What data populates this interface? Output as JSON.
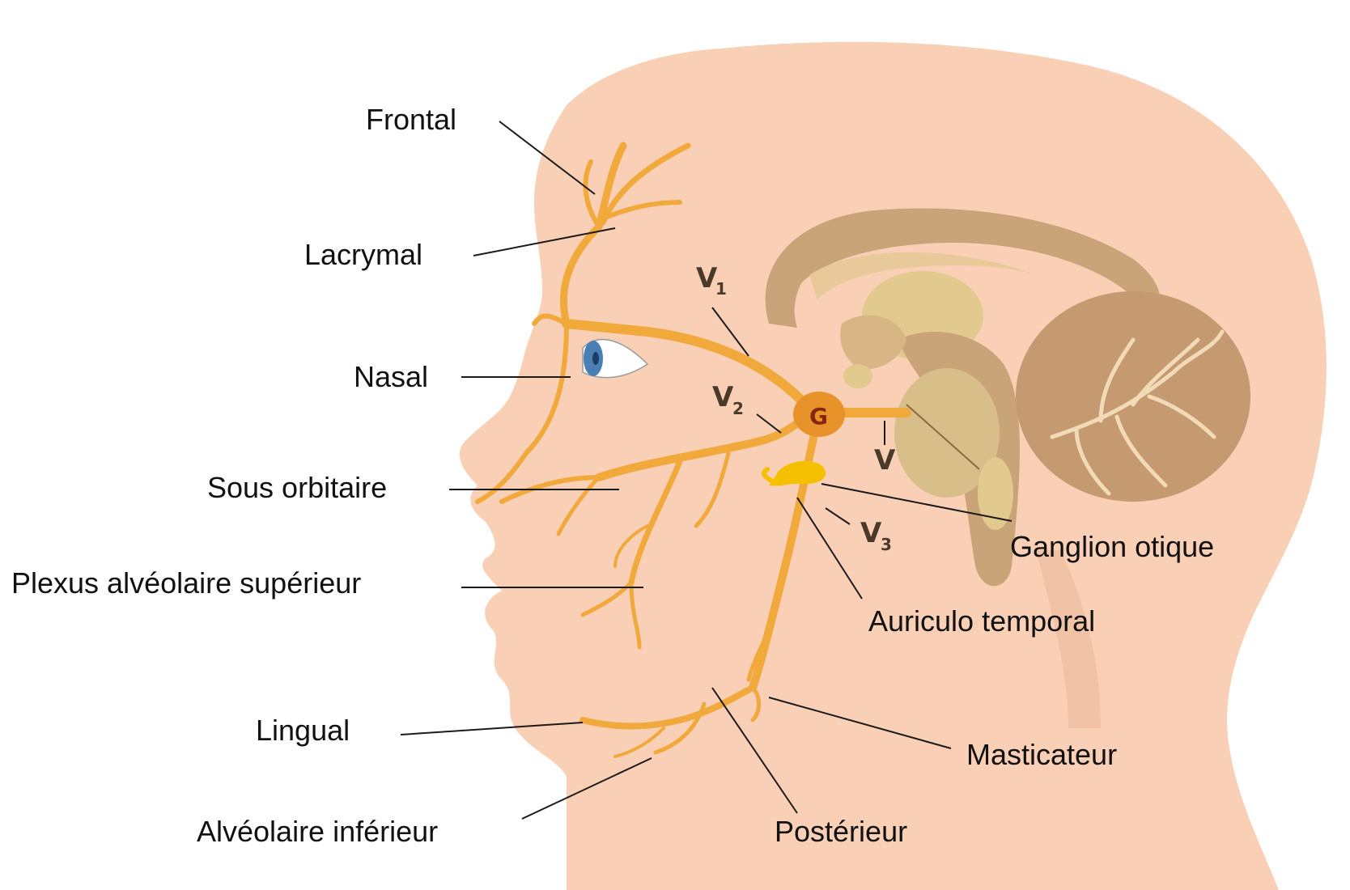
{
  "labels": {
    "frontal": "Frontal",
    "lacrymal": "Lacrymal",
    "nasal": "Nasal",
    "sous_orbitaire": "Sous orbitaire",
    "plexus": "Plexus alvéolaire supérieur",
    "lingual": "Lingual",
    "alveolaire_inferieur": "Alvéolaire inférieur",
    "posterieur": "Postérieur",
    "masticateur": "Masticateur",
    "auriculo_temporal": "Auriculo temporal",
    "ganglion_otique": "Ganglion otique"
  },
  "markers": {
    "v1": "V",
    "v1_sub": "1",
    "v2": "V",
    "v2_sub": "2",
    "v3": "V",
    "v3_sub": "3",
    "v": "V",
    "ganglion": "G"
  },
  "colors": {
    "skin": "#f9cfb6",
    "nerve": "#f0a93a",
    "ganglion": "#e8922a",
    "otic_ganglion": "#f5c000",
    "brain_cortex": "#c9a478",
    "brain_inner": "#e2c98e",
    "cerebellum": "#c59a70",
    "eye_iris": "#4a7fb5"
  }
}
